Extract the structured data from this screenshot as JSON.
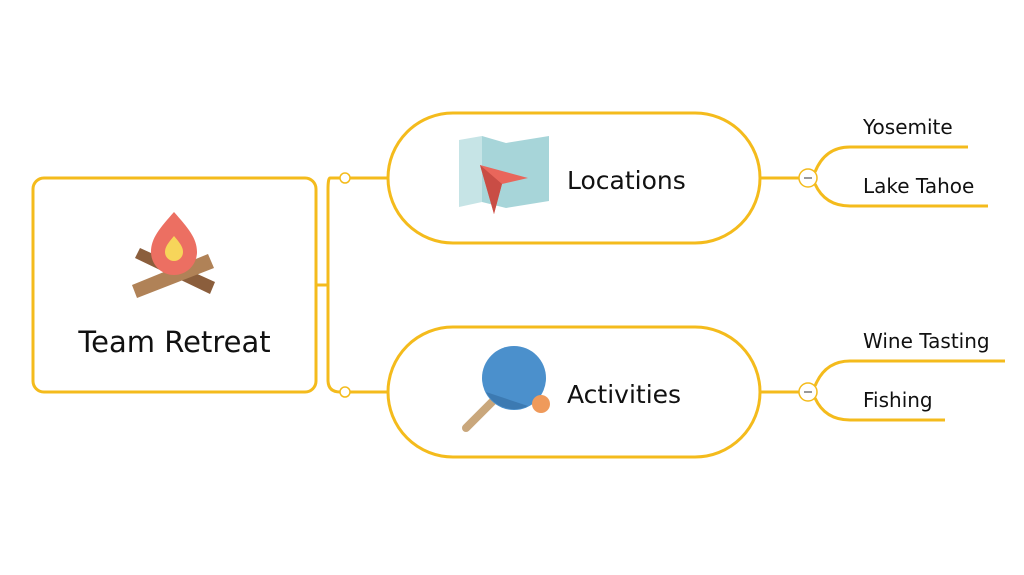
{
  "root": {
    "label": "Team Retreat",
    "icon": "campfire-icon"
  },
  "branches": [
    {
      "label": "Locations",
      "icon": "map-icon",
      "children": [
        "Yosemite",
        "Lake Tahoe"
      ]
    },
    {
      "label": "Activities",
      "icon": "ping-pong-icon",
      "children": [
        "Wine Tasting",
        "Fishing"
      ]
    }
  ],
  "colors": {
    "line": "#f4bb1c",
    "flame": "#ec6f62",
    "flame_inner": "#f7d55a",
    "wood_dark": "#8b5e3c",
    "wood_light": "#b08257",
    "map": "#a7d5d9",
    "pointer": "#e9665b",
    "paddle": "#4b90cc",
    "ball": "#ef9a5b",
    "handle": "#c9a77c"
  }
}
